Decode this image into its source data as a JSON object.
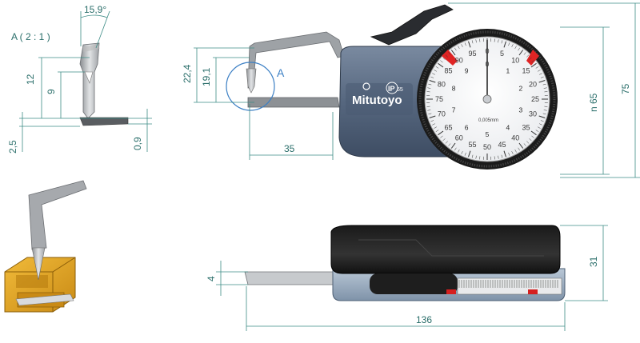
{
  "detail": {
    "label": "A ( 2 : 1 )",
    "angle": "15,9°",
    "dim_12": "12",
    "dim_9": "9",
    "dim_2_5": "2,5",
    "dim_0_9": "0,9"
  },
  "front": {
    "dim_22_4": "22,4",
    "dim_19_1": "19,1",
    "dim_35": "35",
    "dim_n65": "n 65",
    "dim_75": "75",
    "callout": "A",
    "brand": "Mitutoyo",
    "ip_rating": "IP65",
    "ip_letters": "IP",
    "ip_number": "65",
    "dial_unit": "0,005mm",
    "outer_scale": [
      "0",
      "5",
      "10",
      "15",
      "20",
      "25",
      "30",
      "35",
      "40",
      "45",
      "50",
      "55",
      "60",
      "65",
      "70",
      "75",
      "80",
      "85",
      "90",
      "95"
    ],
    "inner_scale": [
      "0",
      "1",
      "2",
      "3",
      "4",
      "5",
      "6",
      "7",
      "8",
      "9"
    ]
  },
  "side": {
    "dim_4": "4",
    "dim_31": "31",
    "dim_136": "136"
  },
  "colors": {
    "dimension": "#2a6e6a",
    "callout_circle": "#3b7fc4",
    "body_blue": "#5d6f87",
    "workpiece": "#e0a322"
  }
}
